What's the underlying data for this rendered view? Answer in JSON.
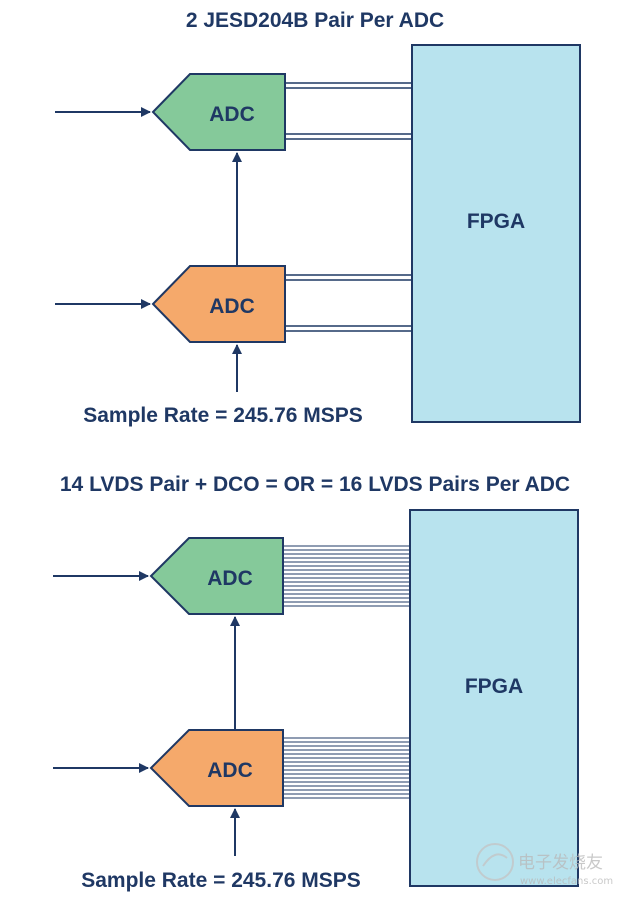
{
  "top": {
    "title": "2 JESD204B Pair Per ADC",
    "adc1_label": "ADC",
    "adc2_label": "ADC",
    "fpga_label": "FPGA",
    "sample_rate": "Sample Rate = 245.76 MSPS"
  },
  "bottom": {
    "title": "14 LVDS Pair + DCO = OR = 16 LVDS Pairs Per ADC",
    "adc1_label": "ADC",
    "adc2_label": "ADC",
    "fpga_label": "FPGA",
    "sample_rate": "Sample Rate = 245.76 MSPS"
  },
  "watermark": {
    "text": "电子发烧友",
    "domain": "www.elecfans.com"
  },
  "colors": {
    "adc_top": "#85c99a",
    "adc_bottom": "#f5a96b",
    "fpga": "#b8e3ee",
    "stroke": "#1f3864"
  }
}
